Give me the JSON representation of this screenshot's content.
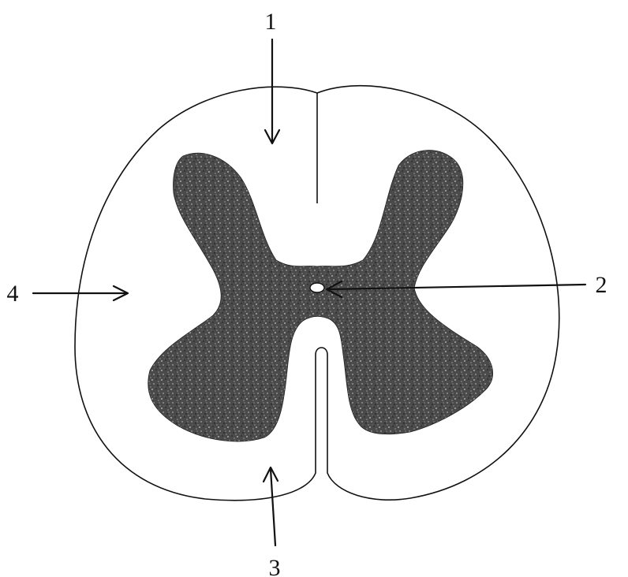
{
  "diagram": {
    "callouts": [
      {
        "id": "1",
        "label": "1"
      },
      {
        "id": "2",
        "label": "2"
      },
      {
        "id": "3",
        "label": "3"
      },
      {
        "id": "4",
        "label": "4"
      }
    ],
    "colors": {
      "outline": "#111111",
      "gray_matter_dark": "#2a2a2a",
      "gray_matter_light": "#8a8a8a",
      "background": "#ffffff"
    }
  }
}
